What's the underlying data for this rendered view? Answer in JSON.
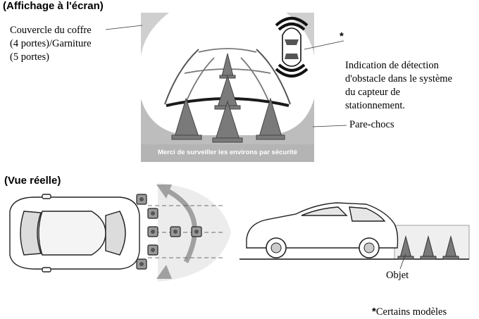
{
  "screen_section": {
    "heading": "(Affichage à l'écran)",
    "camera_message": "Merci de surveiller les environs par sécurité",
    "label_trunk": "Couvercle du coffre\n(4 portes)/Garniture\n(5 portes)",
    "label_sensor_marker": "*",
    "label_sensor": "Indication de détection\nd'obstacle dans le système\ndu capteur de\nstationnement.",
    "label_bumper": "Pare-chocs"
  },
  "real_section": {
    "heading": "(Vue réelle)",
    "label_object": "Objet"
  },
  "footnote": {
    "marker": "*",
    "text": "Certains modèles"
  },
  "colors": {
    "screen_bg": "#dcdcdc",
    "screen_dark": "#b4b4b4",
    "cone": "#7a7a7a",
    "guide_line": "#1a1a1a",
    "sensor_box": "#9a9a9a",
    "arc": "#a0a0a0"
  }
}
